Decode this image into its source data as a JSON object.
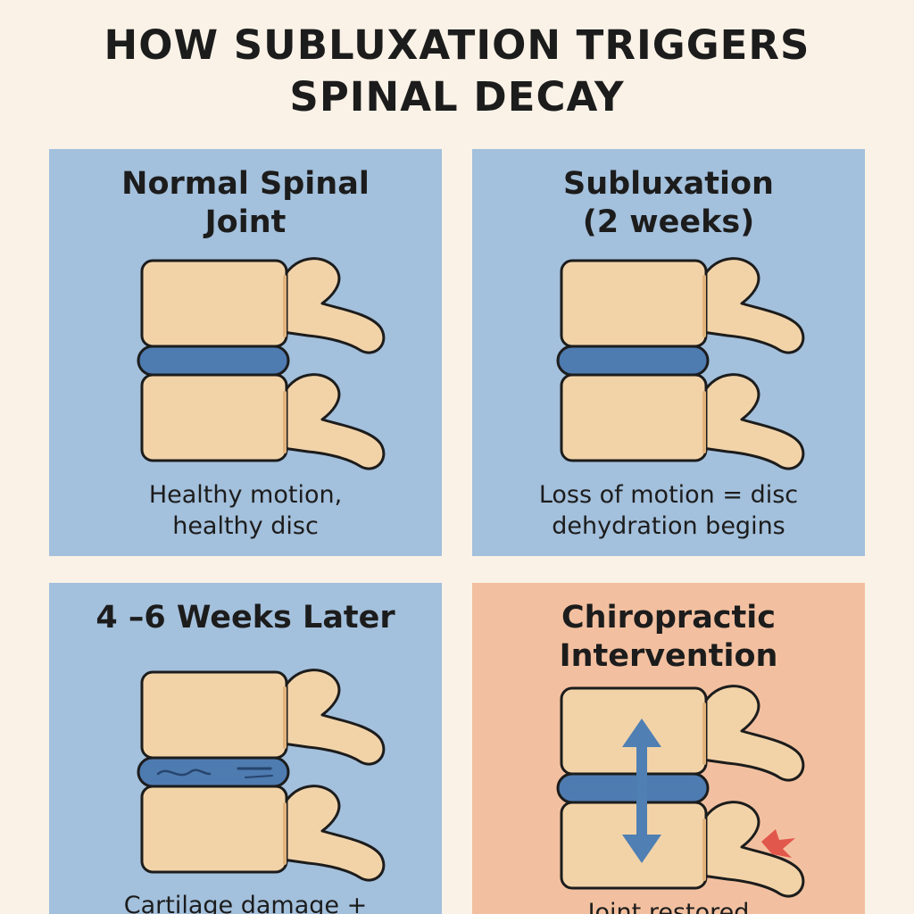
{
  "title": {
    "line1": "HOW SUBLUXATION TRIGGERS",
    "line2": "SPINAL DECAY"
  },
  "colors": {
    "background": "#faf2e7",
    "panel_blue": "#a3c0dc",
    "panel_peach": "#f2c0a0",
    "bone": "#f2d3a8",
    "bone_shade": "#e2b47d",
    "disc": "#4e7bb0",
    "outline": "#1c1c1c",
    "arrow": "#4f7fb3",
    "pain_marker": "#e2574c"
  },
  "panels": [
    {
      "title_line1": "Normal Spinal",
      "title_line2": "Joint",
      "caption_line1": "Healthy motion,",
      "caption_line2": "healthy disc",
      "icons": [
        "vertebra-icon",
        "disc-icon"
      ]
    },
    {
      "title_line1": "Subluxation",
      "title_line2": "(2 weeks)",
      "caption_line1": "Loss of motion = disc",
      "caption_line2": "dehydration begins",
      "icons": [
        "vertebra-icon",
        "disc-icon"
      ]
    },
    {
      "title_line1": "4 –6 Weeks Later",
      "caption_line1": "Cartilage damage +",
      "icons": [
        "vertebra-icon",
        "damaged-disc-icon"
      ]
    },
    {
      "title_line1": "Chiropractic",
      "title_line2": "Intervention",
      "caption_line1": "Joint restored",
      "icons": [
        "vertebra-icon",
        "disc-icon",
        "double-arrow-icon",
        "pain-burst-icon"
      ]
    }
  ]
}
